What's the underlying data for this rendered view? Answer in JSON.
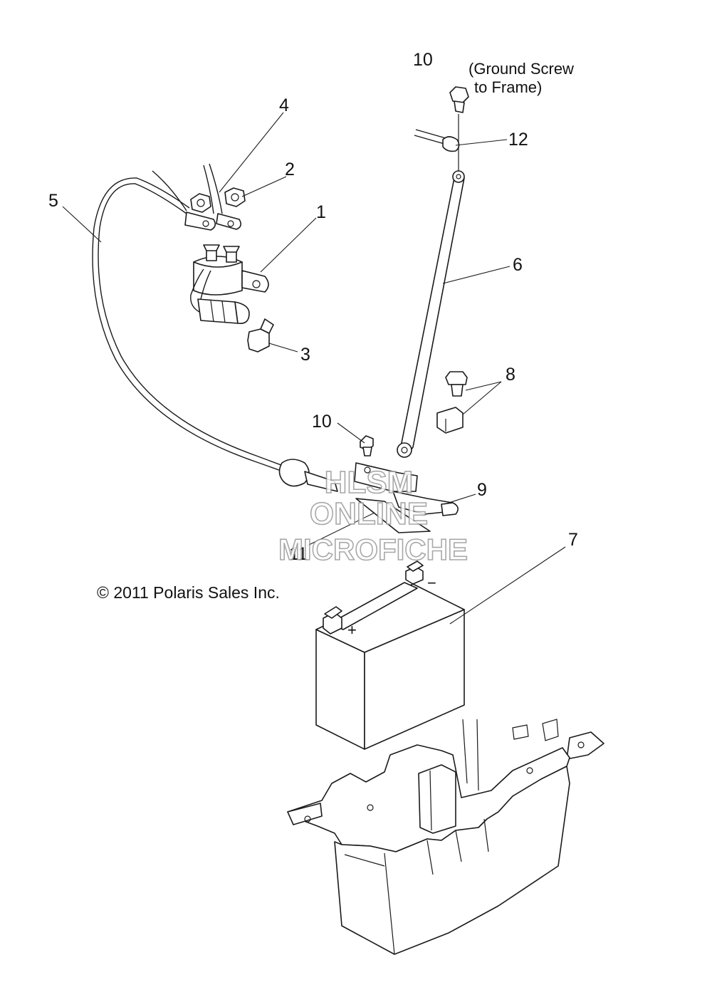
{
  "callouts": {
    "c1": "1",
    "c2": "2",
    "c3": "3",
    "c4": "4",
    "c5": "5",
    "c6": "6",
    "c7": "7",
    "c8": "8",
    "c9": "9",
    "c10_top": "10",
    "c10_mid": "10",
    "c11": "11",
    "c12": "12"
  },
  "note": {
    "line1": "(Ground Screw",
    "line2": "to Frame)"
  },
  "battery": {
    "positive": "+",
    "negative": "−"
  },
  "copyright": "© 2011 Polaris Sales Inc.",
  "watermark": {
    "line1": "HLSM",
    "line2": "ONLINE",
    "line3": "MICROFICHE"
  }
}
